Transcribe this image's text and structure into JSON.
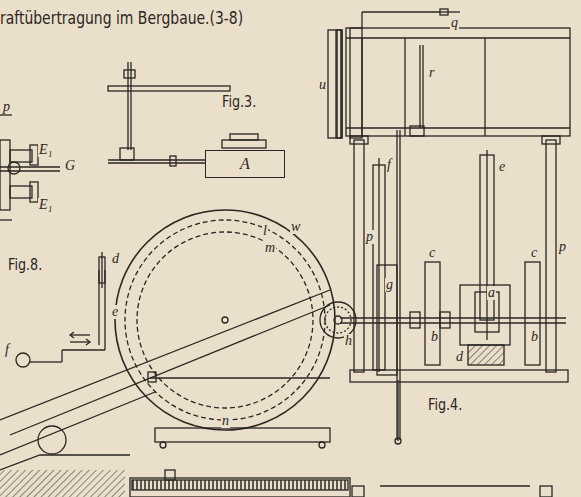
{
  "diagram": {
    "title": "raftübertragung im Bergbaue.(3-8)",
    "nodes": [
      {
        "text": [
          "A"
        ]
      }
    ],
    "labels": [
      "Fig.3.",
      "G",
      "E₁",
      "E₁",
      "p",
      "Fig.8.",
      "d",
      "e",
      "f",
      "q",
      "u",
      "r",
      "f",
      "e",
      "p",
      "p",
      "c",
      "c",
      "g",
      "a",
      "b",
      "b",
      "d",
      "h",
      "l",
      "m",
      "w",
      "n",
      "Fig.4."
    ]
  }
}
